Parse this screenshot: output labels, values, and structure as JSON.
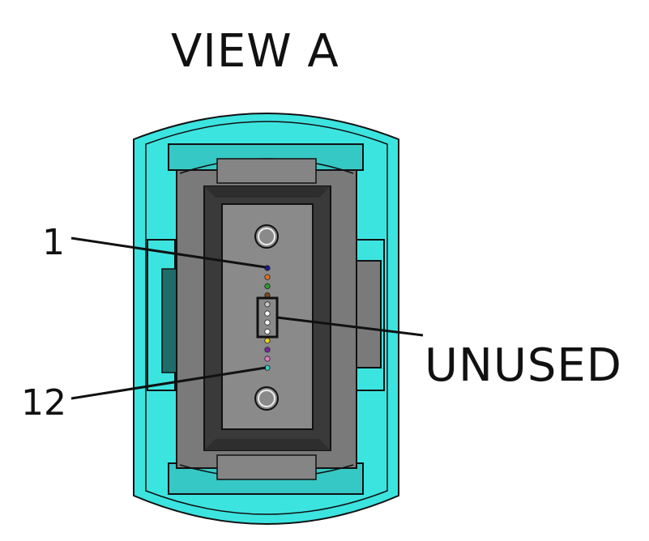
{
  "view": {
    "title": "VIEW A"
  },
  "callouts": {
    "first_fiber": "1",
    "last_fiber": "12",
    "unused": "UNUSED"
  },
  "fibers": {
    "count": 12,
    "colors": [
      "#1a1a8c",
      "#e07020",
      "#2e9a2e",
      "#7a4a20",
      "#c8c8c8",
      "#ffffff",
      "#ffffff",
      "#ffffff",
      "#e8d020",
      "#7a2a9a",
      "#e080c0",
      "#40c8c8"
    ]
  },
  "colors": {
    "housing": "#3ce4e0",
    "housing_dark": "#2ab4b0",
    "body": "#7a7a7a",
    "inner_frame": "#3a3a3a",
    "ferrule": "#8a8a8a",
    "outline": "#111111"
  }
}
